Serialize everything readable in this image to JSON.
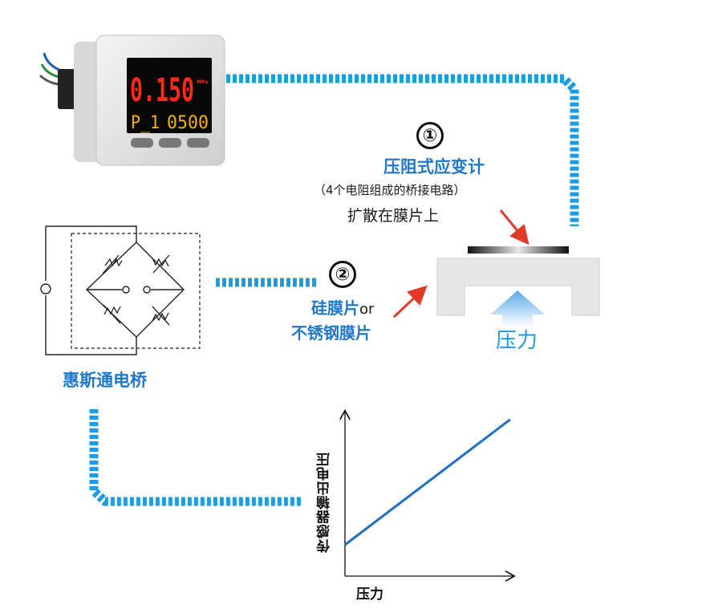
{
  "display": {
    "main_value": "0.150",
    "unit": "MPa",
    "sub_left": "P_1",
    "sub_right": "0500"
  },
  "strain_gauge": {
    "number": "①",
    "title": "压阻式应变计",
    "subtitle": "（4个电阻组成的桥接电路）",
    "note": "扩散在膜片上"
  },
  "diaphragm": {
    "number": "②",
    "line1_main": "硅膜片",
    "line1_or": "or",
    "line2": "不锈钢膜片"
  },
  "pressure_label": "压力",
  "bridge_label": "惠斯通电桥",
  "colors": {
    "accent_blue": "#1f9be0",
    "label_blue": "#1f78c8",
    "arrow_red": "#e03a2a",
    "led_red": "#ff2a1a",
    "led_amber": "#f5b400"
  },
  "chart_data": {
    "type": "line",
    "xlabel": "压力",
    "ylabel": "传感器输出电压",
    "series": [
      {
        "x": [
          0,
          1
        ],
        "y": [
          0.2,
          1
        ]
      }
    ],
    "xlim": [
      0,
      1.02
    ],
    "ylim": [
      0,
      1.05
    ],
    "grid": false
  }
}
